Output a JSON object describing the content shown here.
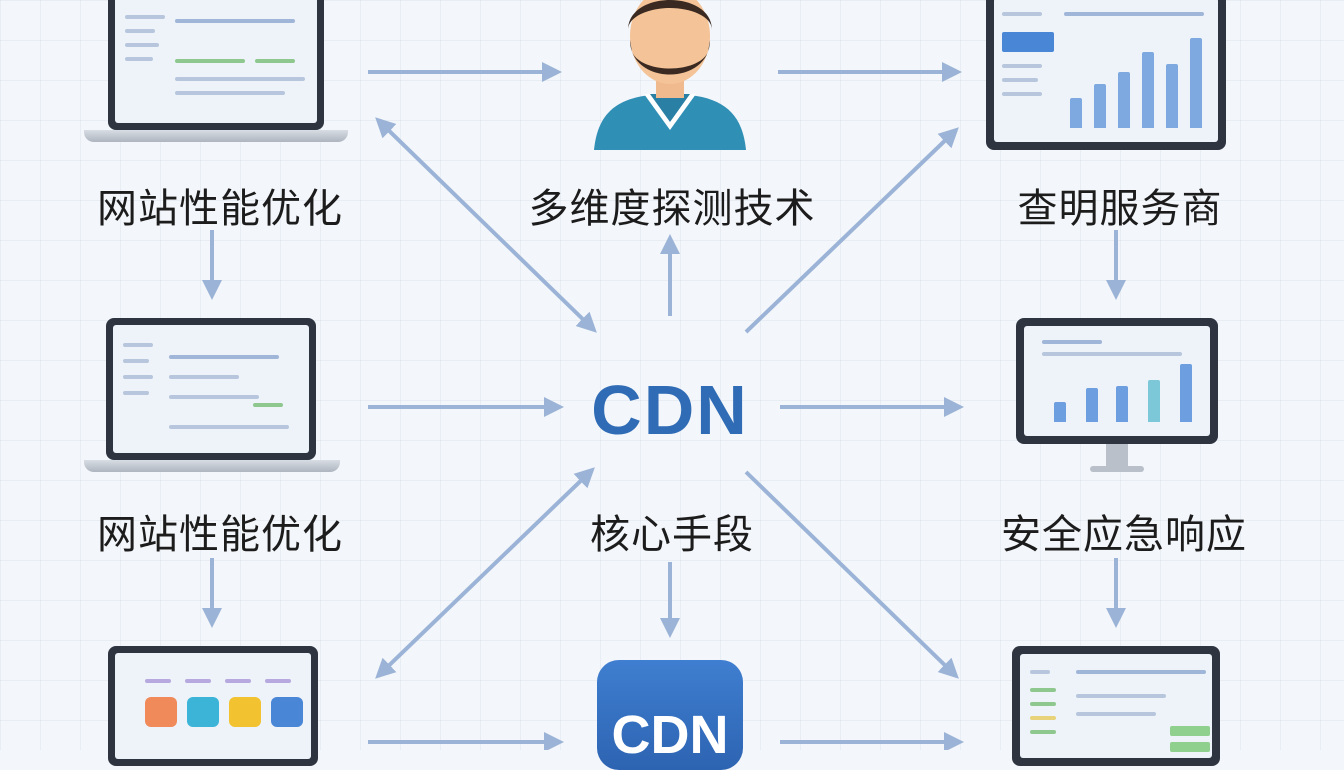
{
  "center": {
    "title": "CDN",
    "subtitle": "核心手段"
  },
  "nodes": {
    "top_left": {
      "label": "网站性能优化"
    },
    "top_center": {
      "label": "多维度探测技术"
    },
    "top_right": {
      "label": "查明服务商"
    },
    "mid_left": {
      "label": "网站性能优化"
    },
    "mid_right": {
      "label": "安全应急响应"
    }
  },
  "bottom_center": {
    "badge": "CDN"
  },
  "colors": {
    "arrow": "#9bb3d6",
    "cdn_blue": "#2f6cb5",
    "person_shirt": "#2f8fb5"
  }
}
